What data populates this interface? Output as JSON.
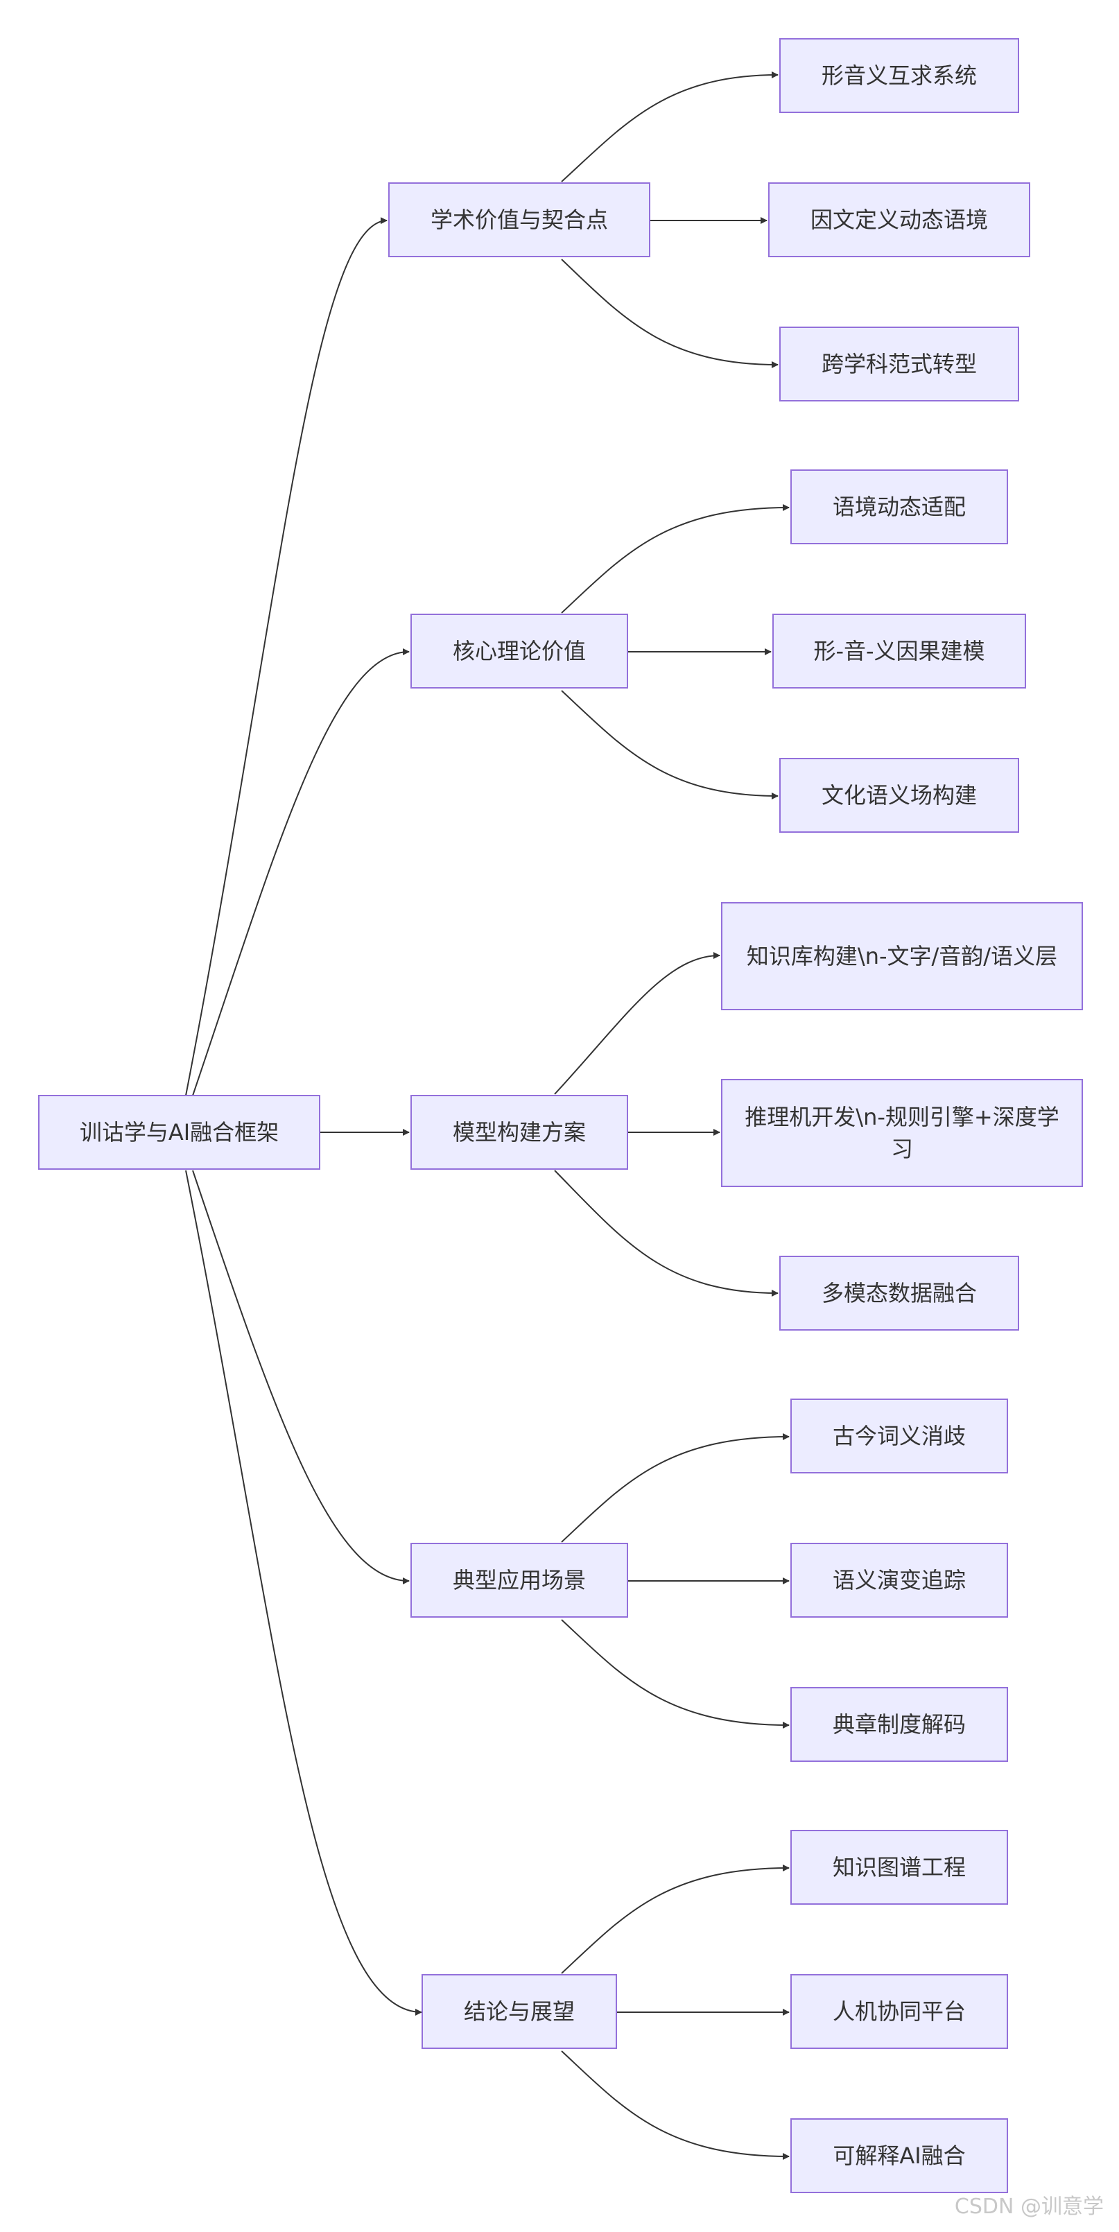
{
  "diagram": {
    "root": "训诂学与AI融合框架",
    "branches": [
      {
        "label": "学术价值与契合点",
        "children": [
          "形音义互求系统",
          "因文定义动态语境",
          "跨学科范式转型"
        ]
      },
      {
        "label": "核心理论价值",
        "children": [
          "语境动态适配",
          "形-音-义因果建模",
          "文化语义场构建"
        ]
      },
      {
        "label": "模型构建方案",
        "children": [
          "知识库构建\\n-文字/音韵/语义层",
          "推理机开发\\n-规则引擎+深度学习",
          "多模态数据融合"
        ]
      },
      {
        "label": "典型应用场景",
        "children": [
          "古今词义消歧",
          "语义演变追踪",
          "典章制度解码"
        ]
      },
      {
        "label": "结论与展望",
        "children": [
          "知识图谱工程",
          "人机协同平台",
          "可解释AI融合"
        ]
      }
    ]
  },
  "watermark": "CSDN @训意学",
  "colors": {
    "node_fill": "#ececff",
    "node_border": "#9370db",
    "edge": "#333333",
    "text": "#333333"
  }
}
